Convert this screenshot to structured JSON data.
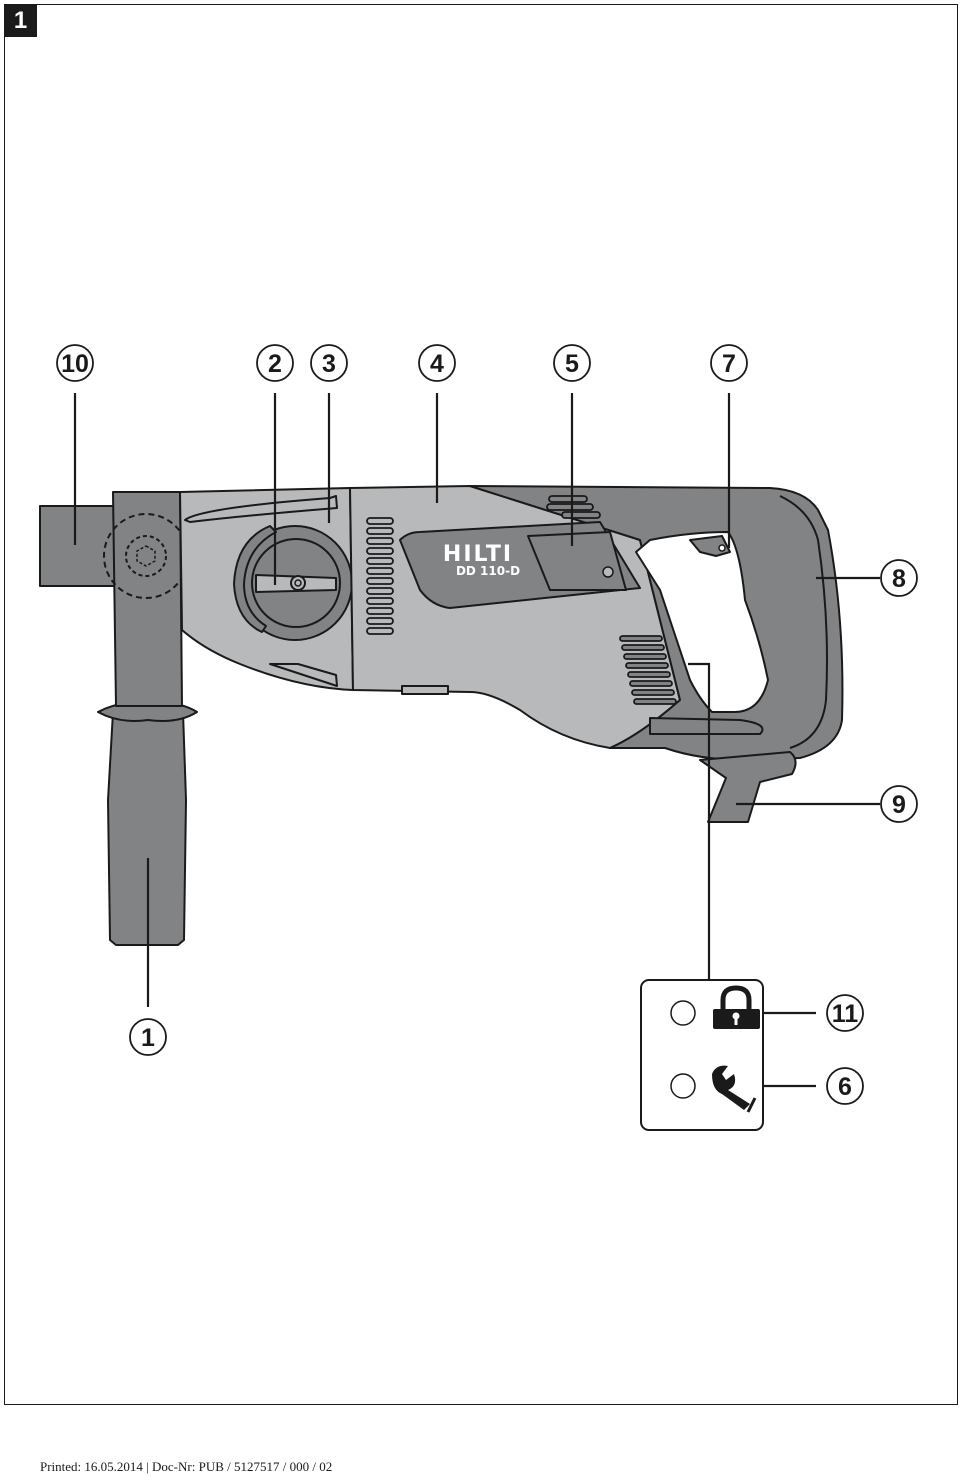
{
  "figure": {
    "number": "1"
  },
  "device": {
    "brand": "HILTI",
    "model": "DD 110-D"
  },
  "callouts": [
    "10",
    "2",
    "3",
    "4",
    "5",
    "7",
    "8",
    "9",
    "1",
    "11",
    "6"
  ],
  "status_panel": {
    "indicators": [
      {
        "icon": "lock-icon",
        "callout": "11"
      },
      {
        "icon": "wrench-icon",
        "callout": "6"
      }
    ]
  },
  "colors": {
    "body_light": "#b8b9bb",
    "body_dark": "#828385",
    "line": "#1a1a1a"
  },
  "footer": {
    "text": "Printed: 16.05.2014 | Doc-Nr: PUB / 5127517 / 000 / 02"
  }
}
